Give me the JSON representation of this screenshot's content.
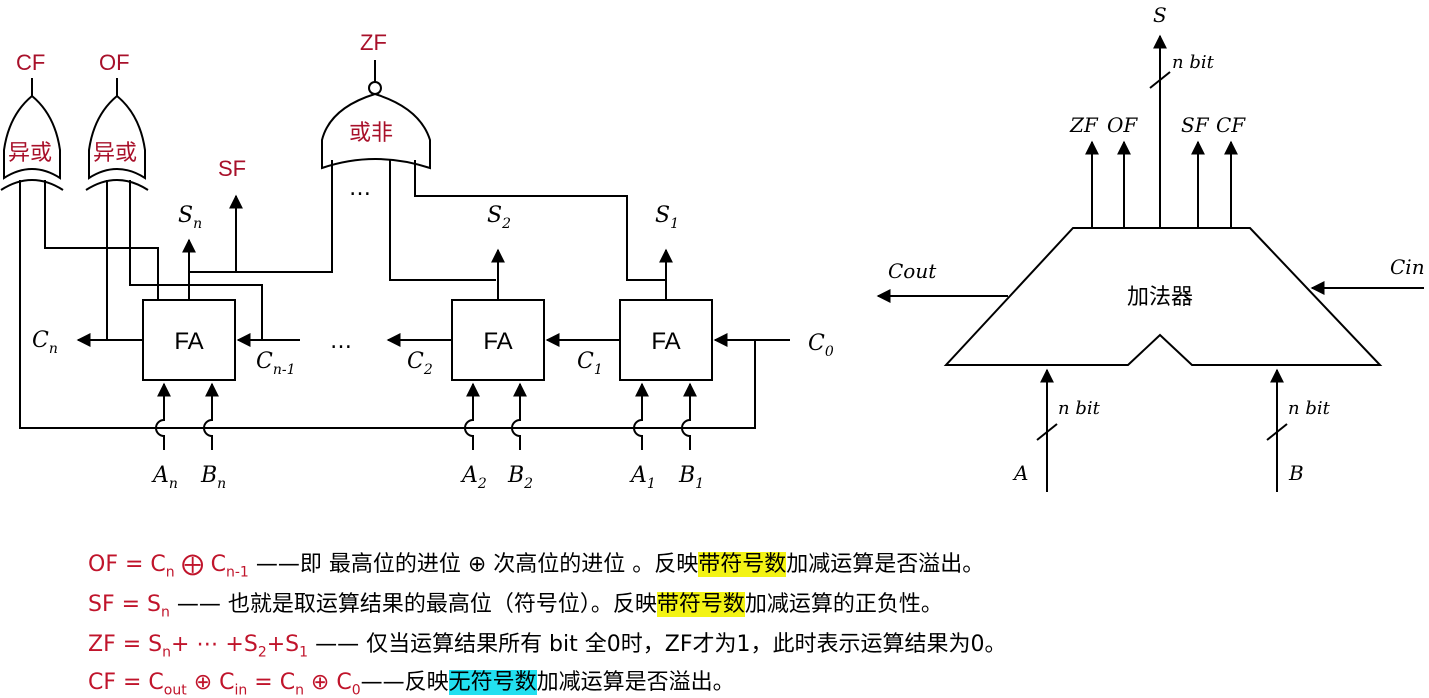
{
  "left_diagram": {
    "gate_labels": {
      "cf": "CF",
      "of": "OF",
      "zf": "ZF",
      "sf": "SF"
    },
    "xor_text": "异或",
    "nor_text": "或非",
    "fa_label": "FA",
    "ellipsis": "…",
    "sum_labels": [
      "S",
      "S",
      "S"
    ],
    "sum_subs": [
      "n",
      "2",
      "1"
    ],
    "carry_labels": {
      "cn": "C",
      "cn_sub": "n",
      "cn1": "C",
      "cn1_sub": "n-1",
      "c2": "C",
      "c2_sub": "2",
      "c1": "C",
      "c1_sub": "1",
      "c0": "C",
      "c0_sub": "0"
    },
    "input_labels": [
      {
        "a": "A",
        "a_sub": "n",
        "b": "B",
        "b_sub": "n"
      },
      {
        "a": "A",
        "a_sub": "2",
        "b": "B",
        "b_sub": "2"
      },
      {
        "a": "A",
        "a_sub": "1",
        "b": "B",
        "b_sub": "1"
      }
    ]
  },
  "right_diagram": {
    "body_label": "加法器",
    "out_s": "S",
    "nbit": "n bit",
    "flags": [
      "ZF",
      "OF",
      "SF",
      "CF"
    ],
    "cout": "Cout",
    "cin": "Cin",
    "in_a": "A",
    "in_b": "B"
  },
  "equations": {
    "of": {
      "lhs": "OF = C",
      "s1": "n",
      "op": " ⨁ C",
      "s2": "n-1",
      "desc_a": " ——即 最高位的进位 ⊕ 次高位的进位 。反映",
      "hl": "带符号数",
      "desc_b": "加减运算是否溢出。"
    },
    "sf": {
      "lhs": "SF = S",
      "s1": "n",
      "desc_a": " —— 也就是取运算结果的最高位（符号位）。反映",
      "hl": "带符号数",
      "desc_b": "加减运算的正负性。"
    },
    "zf": {
      "lhs": "ZF =  S",
      "s1": "n",
      "mid": "+ ⋯ +S",
      "s2": "2",
      "mid2": "+S",
      "s3": "1",
      "desc": "   —— 仅当运算结果所有 bit 全0时，ZF才为1，此时表示运算结果为0。"
    },
    "cf": {
      "lhs": "CF = C",
      "s1": "out",
      "op1": " ⊕ C",
      "s2": "in",
      "op2": " = C",
      "s3": "n",
      "op3": " ⊕ C",
      "s4": "0",
      "desc_a": "——反映",
      "hl": "无符号数",
      "desc_b": "加减运算是否溢出。"
    }
  }
}
